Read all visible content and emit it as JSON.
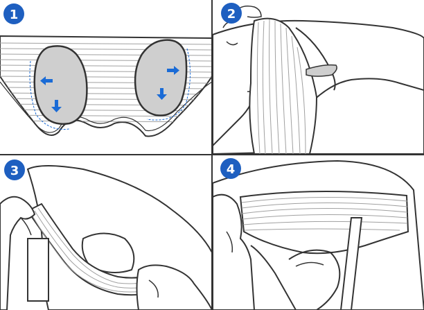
{
  "steps": [
    {
      "number": "1"
    },
    {
      "number": "2"
    },
    {
      "number": "3"
    },
    {
      "number": "4"
    }
  ],
  "colors": {
    "badge": "#1e5fc0",
    "arrow": "#1a6bd6",
    "pad_fill": "#cfcfcf",
    "outline": "#333333",
    "stripe": "#9a9a9a"
  },
  "icons": [
    "step-badge-icon",
    "arrow-left-icon",
    "arrow-down-icon",
    "arrow-right-icon"
  ]
}
